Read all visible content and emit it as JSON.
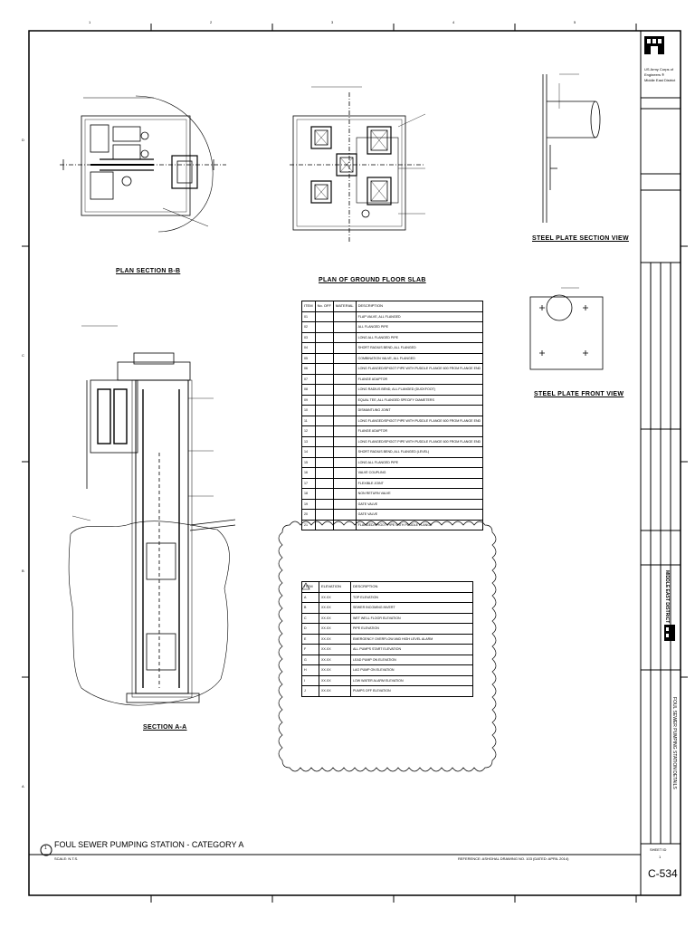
{
  "grid": {
    "columns": [
      "1",
      "2",
      "3",
      "4",
      "5"
    ],
    "rows": [
      "D",
      "C",
      "B",
      "A"
    ]
  },
  "views": {
    "plan_section": "PLAN SECTION B-B",
    "ground_floor": "PLAN OF GROUND FLOOR SLAB",
    "steel_section": "STEEL PLATE SECTION VIEW",
    "steel_front": "STEEL PLATE FRONT VIEW",
    "section_aa": "SECTION A-A"
  },
  "items_table": {
    "headers": [
      "ITEM",
      "No. OFF",
      "MATERIAL",
      "DESCRIPTION"
    ],
    "rows": [
      [
        "01",
        "",
        "",
        "FLAP VALVE, ALL FLANGED"
      ],
      [
        "02",
        "",
        "",
        "ALL FLANGED PIPE"
      ],
      [
        "03",
        "",
        "",
        "LONG ALL FLANGED PIPE"
      ],
      [
        "04",
        "",
        "",
        "SHORT RADIUS BEND, ALL FLANGED"
      ],
      [
        "05",
        "",
        "",
        "COMBINATION VALVE, ALL FLANGED"
      ],
      [
        "06",
        "",
        "",
        "LONG FLANGED/SPIGOT PIPE WITH PUDDLE FLANGE 600 FROM FLANGE END"
      ],
      [
        "07",
        "",
        "",
        "FLANGE ADAPTOR"
      ],
      [
        "08",
        "",
        "",
        "LONG RADIUS BEND, ALL FLANGED (DUCKFOOT)"
      ],
      [
        "09",
        "",
        "",
        "EQUAL TEE, ALL FLANGED SPECIFY DIAMETERS"
      ],
      [
        "10",
        "",
        "",
        "DISMANTLING JOINT"
      ],
      [
        "11",
        "",
        "",
        "LONG FLANGED/SPIGOT PIPE WITH PUDDLE FLANGE 600 FROM FLANGE END"
      ],
      [
        "12",
        "",
        "",
        "FLANGE ADAPTOR"
      ],
      [
        "13",
        "",
        "",
        "LONG FLANGED/SPIGOT PIPE WITH PUDDLE FLANGE 600 FROM FLANGE END"
      ],
      [
        "14",
        "",
        "",
        "SHORT RADIUS BEND, ALL FLANGED (LEVEL)"
      ],
      [
        "15",
        "",
        "",
        "LONG ALL FLANGED PIPE"
      ],
      [
        "16",
        "",
        "",
        "VALVE COUPLING"
      ],
      [
        "17",
        "",
        "",
        "FLEXIBLE JOINT"
      ],
      [
        "18",
        "",
        "",
        "NON RETURN VALVE"
      ],
      [
        "19",
        "",
        "",
        "GATE VALVE"
      ],
      [
        "20",
        "",
        "",
        "GATE VALVE"
      ],
      [
        "21",
        "",
        "",
        "FLANGED/SPIGOT PIPE WITH PUDDLE FLANGE"
      ]
    ]
  },
  "elev_table": {
    "headers": [
      "ITEM",
      "ELEVATION",
      "DESCRIPTION"
    ],
    "rows": [
      [
        "A",
        "XX.XX",
        "TOP ELEVATION"
      ],
      [
        "B",
        "XX.XX",
        "SEWER INCOMING INVERT"
      ],
      [
        "C",
        "XX.XX",
        "WET WELL FLOOR ELEVATION"
      ],
      [
        "D",
        "XX.XX",
        "PIPE ELEVATION"
      ],
      [
        "E",
        "XX.XX",
        "EMERGENCY OVERFLOW AND HIGH LEVEL ALARM"
      ],
      [
        "F",
        "XX.XX",
        "ALL PUMPS START ELEVATION"
      ],
      [
        "G",
        "XX.XX",
        "LEAD PUMP ON ELEVATION"
      ],
      [
        "H",
        "XX.XX",
        "LAG PUMP ON ELEVATION"
      ],
      [
        "I",
        "XX.XX",
        "LOW WATER ALARM ELEVATION"
      ],
      [
        "J",
        "XX.XX",
        "PUMPS OFF ELEVATION"
      ]
    ]
  },
  "bottom": {
    "detail_no": "1",
    "title": "FOUL SEWER PUMPING STATION - CATEGORY A",
    "scale": "SCALE: N.T.S.",
    "reference": "REFERENCE: ASHGHAL DRAWING NO. 103 (DATED: APRIL 2014)"
  },
  "titleblock": {
    "org_line1": "US Army Corps of",
    "org_line2": "Engineers ®",
    "org_line3": "Middle East District",
    "sheet_label": "SHEET ID",
    "sheet_no": "1",
    "sheet_id": "C-534",
    "project_v": "FOUL SEWER PUMPING STATION DETAILS",
    "district_v": "MIDDLE EAST DISTRICT"
  }
}
